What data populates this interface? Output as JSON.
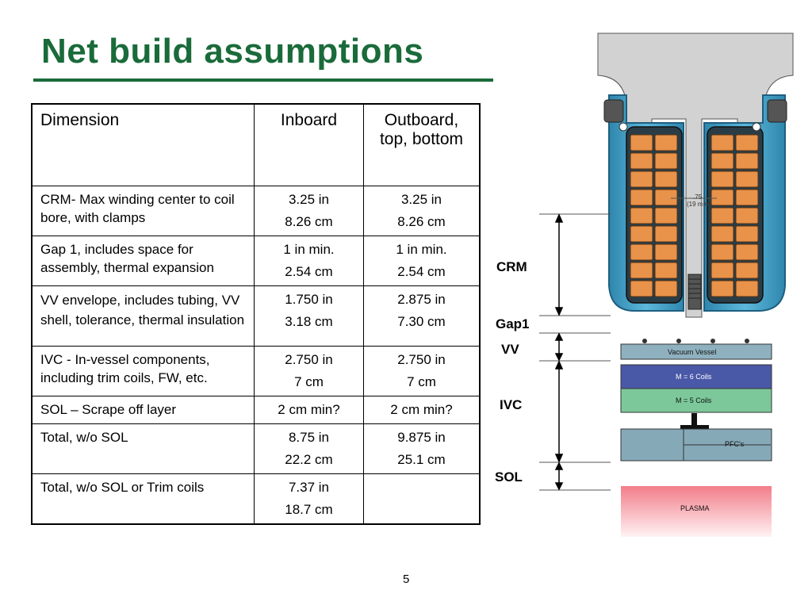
{
  "title": "Net build assumptions",
  "table": {
    "headers": [
      "Dimension",
      "Inboard",
      "Outboard, top, bottom"
    ],
    "rows": [
      {
        "dim": "CRM- Max winding center to coil bore, with clamps",
        "in1": "3.25 in",
        "in2": "8.26 cm",
        "out1": "3.25 in",
        "out2": "8.26 cm"
      },
      {
        "dim": "Gap 1, includes space for assembly, thermal expansion",
        "in1": "1 in min.",
        "in2": "2.54 cm",
        "out1": "1 in min.",
        "out2": "2.54 cm"
      },
      {
        "dim": "VV envelope, includes tubing, VV shell, tolerance, thermal insulation",
        "in1": "1.750 in",
        "in2": "3.18 cm",
        "out1": "2.875 in",
        "out2": "7.30 cm"
      },
      {
        "dim": "IVC - In-vessel components, including trim coils, FW, etc.",
        "in1": "2.750 in",
        "in2": "7 cm",
        "out1": "2.750 in",
        "out2": "7 cm"
      },
      {
        "dim": "SOL – Scrape off layer",
        "in1": "2 cm min?",
        "in2": "",
        "out1": "2 cm min?",
        "out2": ""
      },
      {
        "dim": "Total, w/o SOL",
        "in1": "8.75 in",
        "in2": "22.2 cm",
        "out1": "9.875 in",
        "out2": "25.1 cm"
      },
      {
        "dim": "Total, w/o SOL or Trim coils",
        "in1": "7.37 in",
        "in2": "18.7 cm",
        "out1": "",
        "out2": ""
      }
    ]
  },
  "figure": {
    "labels": {
      "crm": "CRM",
      "gap1": "Gap1",
      "vv": "VV",
      "ivc": "IVC",
      "sol": "SOL"
    },
    "dim_note_1": ".75",
    "dim_note_2": "(19 mm)",
    "blocks": {
      "vacuum_vessel": "Vacuum Vessel",
      "m6": "M = 6 Coils",
      "m5": "M = 5 Coils",
      "pfc": "PFC's",
      "plasma": "PLASMA"
    }
  },
  "page_number": "5",
  "colors": {
    "title_green": "#1a6b3a",
    "coil_orange": "#e8924a",
    "housing_blue": "#4aa3c8",
    "vv_gray": "#8fb1bf",
    "m6_purple": "#4a58a8",
    "m5_green": "#7cc89a",
    "pfc_gray": "#86a9b8",
    "plasma_pink": "#f4a3aa"
  }
}
